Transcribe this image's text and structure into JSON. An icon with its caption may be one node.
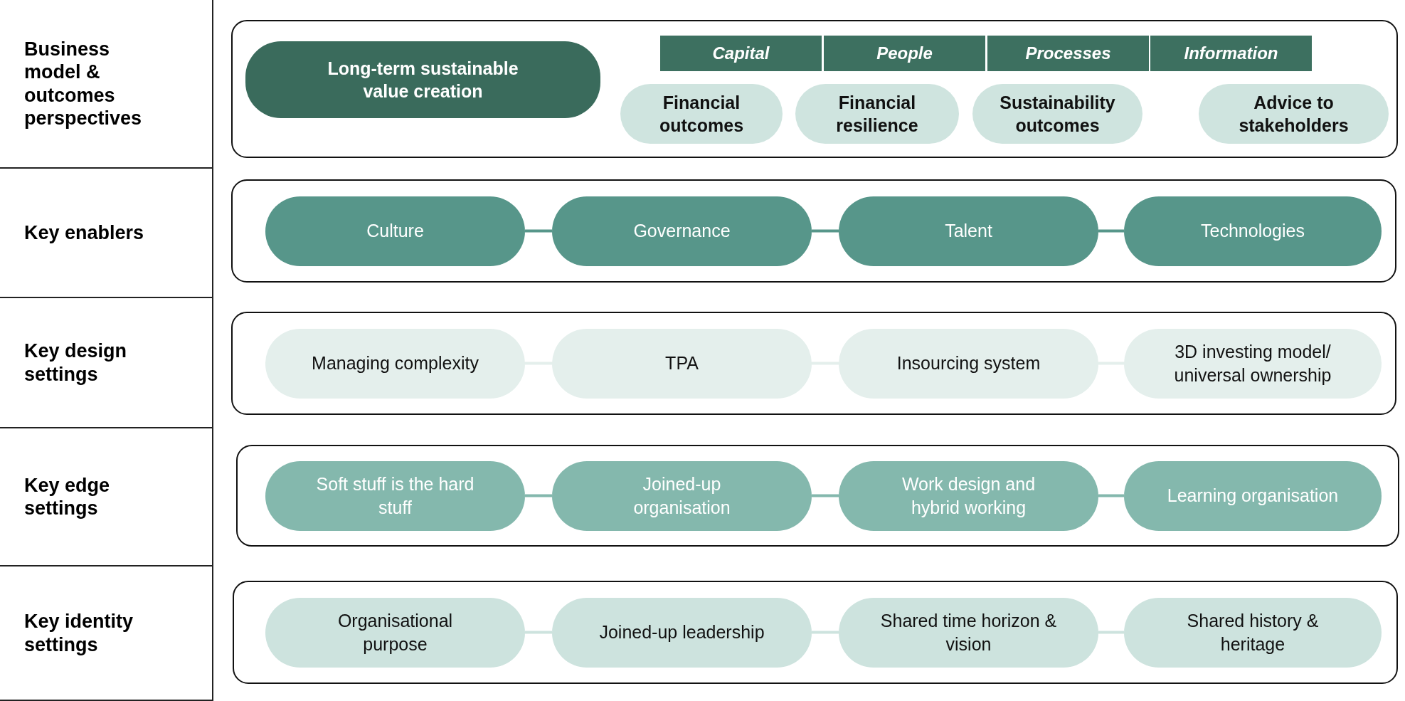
{
  "diagram": {
    "nodes": [
      {
        "text": [
          "Business model & outcomes perspectives"
        ]
      },
      {
        "text": [],
        "shape": "box"
      },
      {
        "text": [
          "Long-term sustainable value creation"
        ],
        "in": 1
      },
      {
        "text": [
          "Capital"
        ],
        "in": 1
      },
      {
        "text": [
          "People"
        ],
        "in": 1
      },
      {
        "text": [
          "Processes"
        ],
        "in": 1
      },
      {
        "text": [
          "Information"
        ],
        "in": 1
      },
      {
        "text": [
          "Financial outcomes"
        ],
        "in": 1
      },
      {
        "text": [
          "Financial resilience"
        ],
        "in": 1
      },
      {
        "text": [
          "Sustainability outcomes"
        ],
        "in": 1
      },
      {
        "text": [
          "Advice to stakeholders"
        ],
        "in": 1
      },
      {
        "text": [
          "Key enablers"
        ]
      },
      {
        "text": [],
        "shape": "box"
      },
      {
        "text": [
          "Culture"
        ],
        "in": 12
      },
      {
        "text": [
          "Governance"
        ],
        "in": 12
      },
      {
        "text": [
          "Talent"
        ],
        "in": 12
      },
      {
        "text": [
          "Technologies"
        ],
        "in": 12
      },
      {
        "text": [
          "Key design settings"
        ]
      },
      {
        "text": [],
        "shape": "box"
      },
      {
        "text": [
          "Managing complexity"
        ],
        "in": 18
      },
      {
        "text": [
          "TPA"
        ],
        "in": 18
      },
      {
        "text": [
          "Insourcing system"
        ],
        "in": 18
      },
      {
        "text": [
          "3D investing model/ universal ownership"
        ],
        "in": 18
      },
      {
        "text": [
          "Key edge settings"
        ]
      },
      {
        "text": [],
        "shape": "box"
      },
      {
        "text": [
          "Soft stuff is the hard stuff"
        ],
        "in": 24
      },
      {
        "text": [
          "Joined-up organisation"
        ],
        "in": 24
      },
      {
        "text": [
          "Work design and hybrid working"
        ],
        "in": 24
      },
      {
        "text": [
          "Learning organisation"
        ],
        "in": 24
      },
      {
        "text": [
          "Key identity settings"
        ]
      },
      {
        "text": [],
        "shape": "box"
      },
      {
        "text": [
          "Organisational purpose"
        ],
        "in": 30
      },
      {
        "text": [
          "Joined-up leadership"
        ],
        "in": 30
      },
      {
        "text": [
          "Shared time horizon & vision"
        ],
        "in": 30
      },
      {
        "text": [
          "Shared history & heritage"
        ],
        "in": 30
      }
    ],
    "edges": [
      {
        "from": 13,
        "to": 14,
        "arrow": "none",
        "color": "#57968a"
      },
      {
        "from": 14,
        "to": 15,
        "arrow": "none",
        "color": "#57968a"
      },
      {
        "from": 15,
        "to": 16,
        "arrow": "none",
        "color": "#57968a"
      },
      {
        "from": 19,
        "to": 20,
        "arrow": "none",
        "color": "#e4efec"
      },
      {
        "from": 20,
        "to": 21,
        "arrow": "none",
        "color": "#e4efec"
      },
      {
        "from": 21,
        "to": 22,
        "arrow": "none",
        "color": "#e4efec"
      },
      {
        "from": 25,
        "to": 26,
        "arrow": "none",
        "color": "#84b8ad"
      },
      {
        "from": 26,
        "to": 27,
        "arrow": "none",
        "color": "#84b8ad"
      },
      {
        "from": 27,
        "to": 28,
        "arrow": "none",
        "color": "#84b8ad"
      },
      {
        "from": 31,
        "to": 32,
        "arrow": "none",
        "color": "#cde3de"
      },
      {
        "from": 32,
        "to": 33,
        "arrow": "none",
        "color": "#cde3de"
      },
      {
        "from": 33,
        "to": 34,
        "arrow": "none",
        "color": "#cde3de"
      }
    ]
  }
}
